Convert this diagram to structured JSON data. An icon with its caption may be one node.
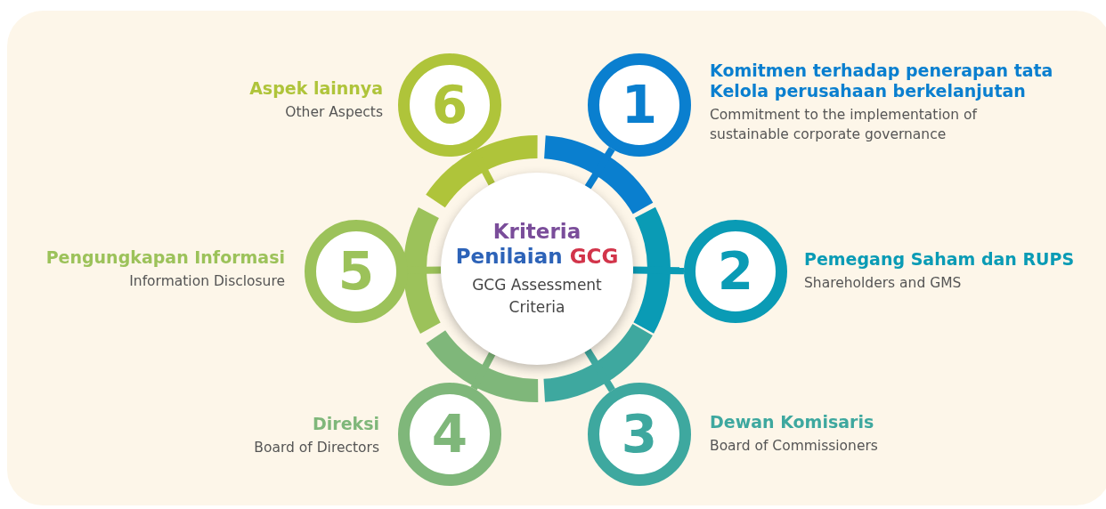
{
  "diagram": {
    "nodes": [
      {
        "text": [
          "Kriteria Penilaian GCG",
          "GCG Assessment Criteria"
        ]
      },
      {
        "text": [
          "1"
        ],
        "beside": [
          "Komitmen terhadap penerapan tata Kelola perusahaan berkelanjutan",
          "Commitment to the implementation of sustainable corporate governance"
        ]
      },
      {
        "text": [
          "2"
        ],
        "beside": [
          "Pemegang Saham dan RUPS",
          "Shareholders and GMS"
        ]
      },
      {
        "text": [
          "3"
        ],
        "beside": [
          "Dewan Komisaris",
          "Board of Commissioners"
        ]
      },
      {
        "text": [
          "4"
        ],
        "beside": [
          "Direksi",
          "Board of Directors"
        ]
      },
      {
        "text": [
          "5"
        ],
        "beside": [
          "Pengungkapan Informasi",
          "Information Disclosure"
        ]
      },
      {
        "text": [
          "6"
        ],
        "beside": [
          "Aspek lainnya",
          "Other Aspects"
        ]
      }
    ],
    "edges": [
      {
        "from": 0,
        "to": 1,
        "arrow": "none",
        "color": "#0a7fcf"
      },
      {
        "from": 0,
        "to": 2,
        "arrow": "none",
        "color": "#0a9bb5"
      },
      {
        "from": 0,
        "to": 3,
        "arrow": "none",
        "color": "#3ea89f"
      },
      {
        "from": 0,
        "to": 4,
        "arrow": "none",
        "color": "#7fb77a"
      },
      {
        "from": 0,
        "to": 5,
        "arrow": "none",
        "color": "#9cc25a"
      },
      {
        "from": 0,
        "to": 6,
        "arrow": "none",
        "color": "#afc43a"
      }
    ]
  }
}
